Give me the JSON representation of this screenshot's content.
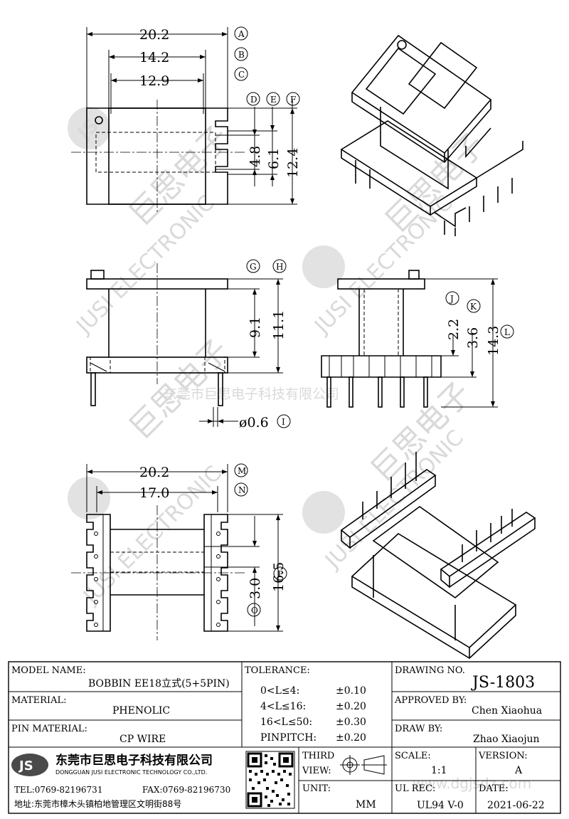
{
  "drawing": {
    "top_view": {
      "dims": {
        "w_a": "20.2",
        "w_b": "14.2",
        "w_c": "12.9",
        "h_d": "4.8",
        "h_e": "6.1",
        "h_f": "12.4"
      },
      "labels": [
        "A",
        "B",
        "C",
        "D",
        "E",
        "F"
      ]
    },
    "front_view": {
      "dims": {
        "h_g": "9.1",
        "h_h": "11.1",
        "pin_dia": "ø0.6"
      },
      "labels": [
        "G",
        "H",
        "I"
      ]
    },
    "side_view": {
      "dims": {
        "h_j": "2.2",
        "h_k": "3.6",
        "h_l": "14.3"
      },
      "labels": [
        "J",
        "K",
        "L"
      ]
    },
    "bottom_view": {
      "dims": {
        "w_m": "20.2",
        "w_n": "17.0",
        "h_o": "3.0",
        "h_p": "16.5"
      },
      "labels": [
        "M",
        "N",
        "O",
        "P"
      ]
    }
  },
  "watermark": {
    "company_cn": "东莞市巨思电子科技有限公司",
    "brand_cn": "巨思电子",
    "brand_en": "JUSI ELECTRONIC",
    "logo": "JS",
    "site": "www.dgjsdz.com"
  },
  "title_block": {
    "model_name_label": "MODEL NAME:",
    "model_name": "BOBBIN EE18立式(5+5PIN)",
    "material_label": "MATERIAL:",
    "material": "PHENOLIC",
    "pin_material_label": "PIN MATERIAL:",
    "pin_material": "CP WIRE",
    "tolerance_label": "TOLERANCE:",
    "tolerances": [
      {
        "range": "0<L≤4:",
        "value": "±0.10"
      },
      {
        "range": "4<L≤16:",
        "value": "±0.20"
      },
      {
        "range": "16<L≤50:",
        "value": "±0.30"
      },
      {
        "range": "PINPITCH:",
        "value": "±0.20"
      }
    ],
    "drawing_no_label": "DRAWING NO.",
    "drawing_no": "JS-1803",
    "approved_by_label": "APPROVED BY:",
    "approved_by": "Chen Xiaohua",
    "draw_by_label": "DRAW BY:",
    "draw_by": "Zhao Xiaojun",
    "third_view_label_1": "THIRD",
    "third_view_label_2": "VIEW:",
    "unit_label": "UNIT:",
    "unit": "MM",
    "scale_label": "SCALE:",
    "scale": "1:1",
    "version_label": "VERSION:",
    "version": "A",
    "ul_rec_label": "UL REC:",
    "ul_rec": "UL94 V-0",
    "date_label": "DATE:",
    "date": "2021-06-22"
  },
  "company": {
    "logo": "JS",
    "name_cn": "东莞市巨思电子科技有限公司",
    "name_en": "DONGGUAN JUSI ELECTRONIC TECHNOLOGY CO.,LTD.",
    "tel": "TEL:0769-82196731",
    "fax": "FAX:0769-82196730",
    "address": "地址:东莞市樟木头镇柏地管理区文明街88号"
  }
}
